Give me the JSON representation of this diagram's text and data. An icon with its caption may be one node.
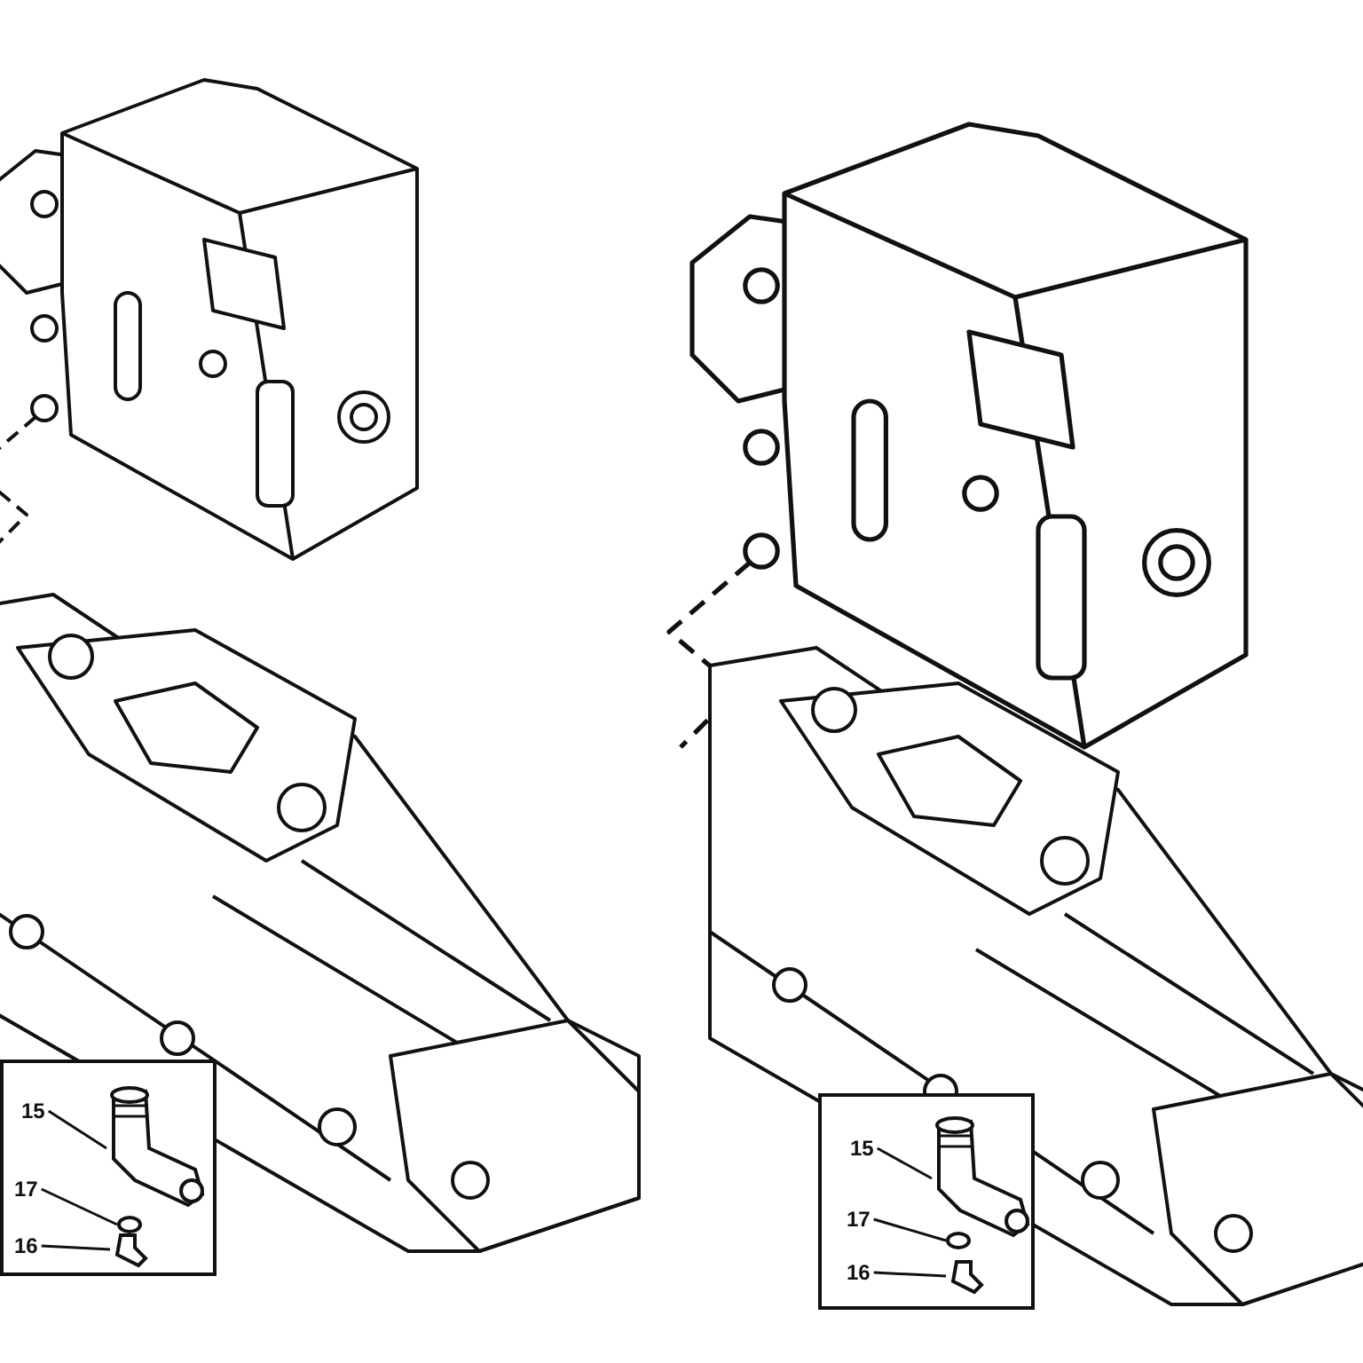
{
  "diagram": {
    "nodes": [
      {
        "text": [],
        "shape": "box"
      },
      {
        "text": [
          "15"
        ],
        "in": 0
      },
      {
        "text": [
          "17"
        ],
        "in": 0
      },
      {
        "text": [
          "16"
        ],
        "in": 0
      },
      {
        "text": [],
        "shape": "picture",
        "in": 0
      },
      {
        "text": [],
        "shape": "circle",
        "in": 0
      },
      {
        "text": [],
        "shape": "picture",
        "in": 0
      },
      {
        "text": [],
        "shape": "box"
      },
      {
        "text": [
          "15"
        ],
        "in": 7
      },
      {
        "text": [
          "17"
        ],
        "in": 7
      },
      {
        "text": [
          "16"
        ],
        "in": 7
      },
      {
        "text": [],
        "shape": "picture",
        "in": 7
      },
      {
        "text": [],
        "shape": "circle",
        "in": 7
      },
      {
        "text": [],
        "shape": "picture",
        "in": 7
      }
    ],
    "edges": [
      {
        "from": 1,
        "to": 4,
        "arrow": "none"
      },
      {
        "from": 2,
        "to": 5,
        "arrow": "none"
      },
      {
        "from": 3,
        "to": 6,
        "arrow": "none"
      },
      {
        "from": 8,
        "to": 11,
        "arrow": "none"
      },
      {
        "from": 9,
        "to": 12,
        "arrow": "none"
      },
      {
        "from": 10,
        "to": 13,
        "arrow": "none"
      }
    ]
  }
}
